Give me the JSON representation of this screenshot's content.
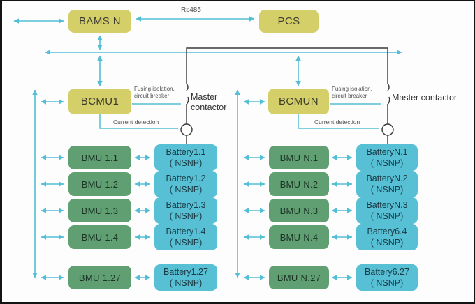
{
  "top": {
    "bams": "BAMS N",
    "pcs": "PCS",
    "rs485": "Rs485"
  },
  "labels": {
    "fusing_line1": "Fusing isolation,",
    "fusing_line2": "circuit breaker",
    "master_contactor": "Master contactor",
    "current_detection": "Current detection"
  },
  "left": {
    "bcmu": "BCMU1",
    "rows": [
      {
        "bmu": "BMU 1.1",
        "bat1": "Battery1.1",
        "bat2": "( NSNP)"
      },
      {
        "bmu": "BMU 1.2",
        "bat1": "Battery1.2",
        "bat2": "( NSNP)"
      },
      {
        "bmu": "BMU 1.3",
        "bat1": "Battery1.3",
        "bat2": "( NSNP)"
      },
      {
        "bmu": "BMU 1.4",
        "bat1": "Battery1.4",
        "bat2": "( NSNP)"
      },
      {
        "bmu": "BMU 1.27",
        "bat1": "Battery1.27",
        "bat2": "( NSNP)"
      }
    ]
  },
  "right": {
    "bcmu": "BCMUN",
    "rows": [
      {
        "bmu": "BMU N.1",
        "bat1": "BatteryN.1",
        "bat2": "( NSNP)"
      },
      {
        "bmu": "BMU N.2",
        "bat1": "BatteryN.2",
        "bat2": "( NSNP)"
      },
      {
        "bmu": "BMU N.3",
        "bat1": "BatteryN.3",
        "bat2": "( NSNP)"
      },
      {
        "bmu": "BMU N.4",
        "bat1": "Battery6.4",
        "bat2": "( NSNP)"
      },
      {
        "bmu": "BMU N.27",
        "bat1": "Battery6.27",
        "bat2": "( NSNP)"
      }
    ]
  },
  "colors": {
    "box_yellow": "#d5cf6a",
    "box_green": "#5f9f72",
    "box_teal": "#57c0d5",
    "arrow_cyan": "#53bfd4",
    "power_line": "#3a3a3a"
  }
}
